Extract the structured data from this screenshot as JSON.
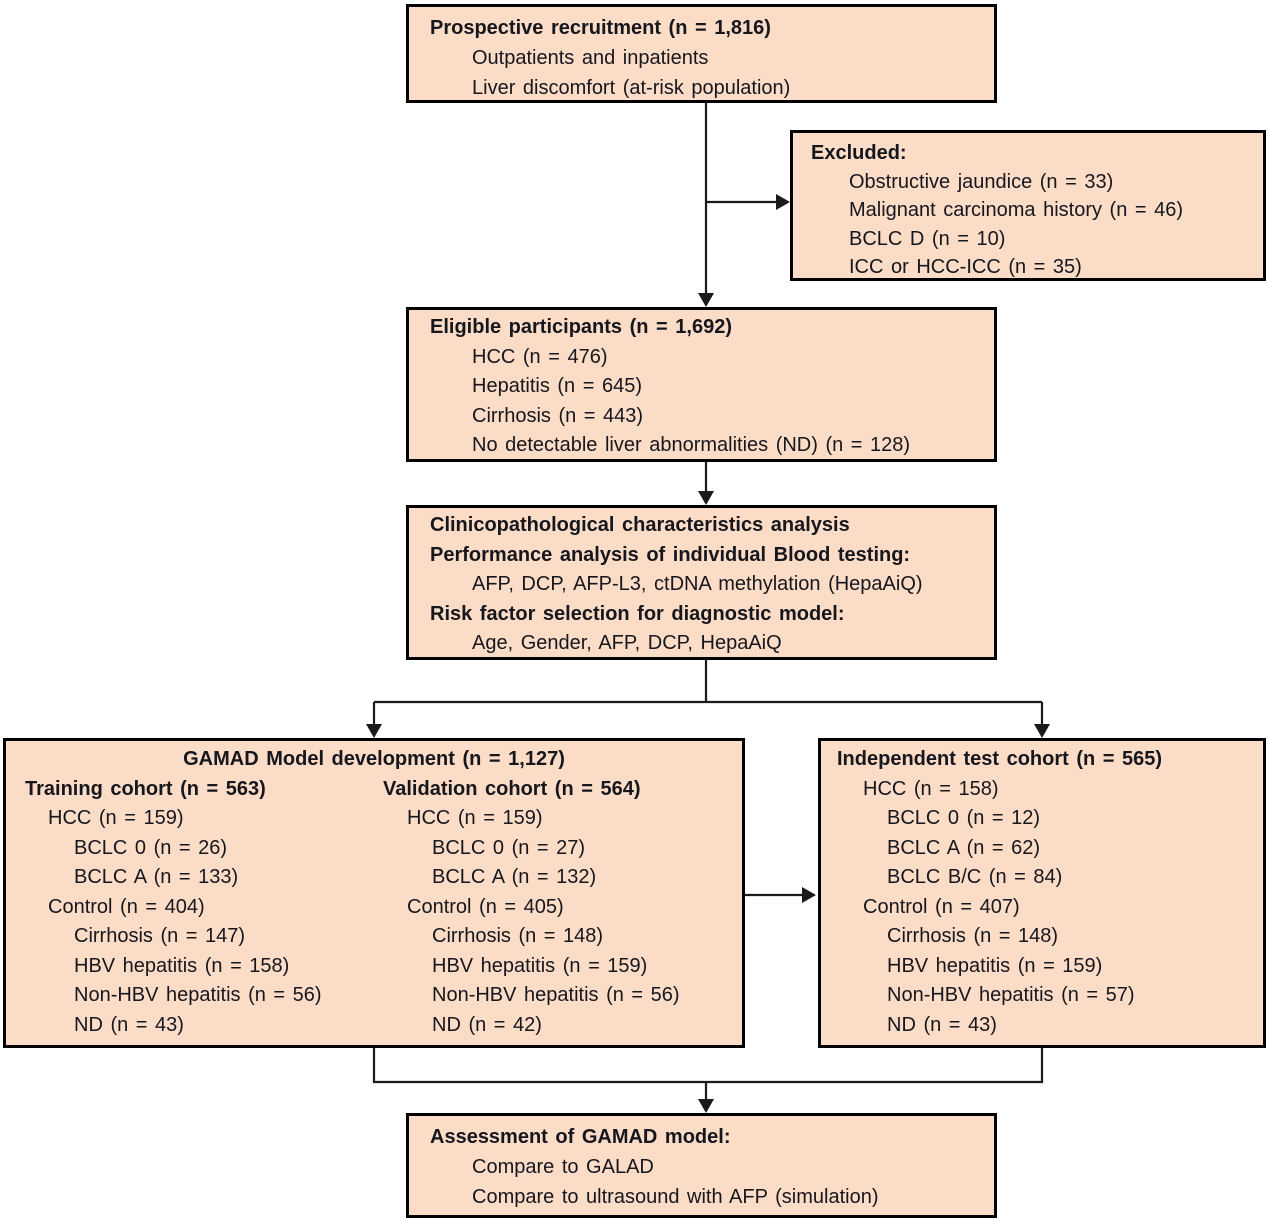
{
  "colors": {
    "box_fill": "#fbdcc7",
    "box_border": "#000000",
    "text_color": "#16161d",
    "line_color": "#1a1a1a"
  },
  "boxes": {
    "recruitment": {
      "title": "Prospective recruitment (n = 1,816)",
      "items": [
        "Outpatients and inpatients",
        "Liver discomfort (at-risk population)"
      ]
    },
    "excluded": {
      "title": "Excluded:",
      "items": [
        "Obstructive jaundice (n = 33)",
        "Malignant carcinoma history (n = 46)",
        "BCLC D (n = 10)",
        "ICC or HCC-ICC (n = 35)"
      ]
    },
    "eligible": {
      "title": "Eligible participants (n = 1,692)",
      "items": [
        "HCC (n = 476)",
        "Hepatitis (n = 645)",
        "Cirrhosis (n = 443)",
        "No detectable liver abnormalities (ND) (n = 128)"
      ]
    },
    "analysis": {
      "lines": [
        "Clinicopathological characteristics analysis",
        "Performance analysis of individual Blood testing:",
        "AFP, DCP, AFP-L3, ctDNA methylation (HepaAiQ)",
        "Risk factor selection for diagnostic model:",
        "Age, Gender, AFP, DCP, HepaAiQ"
      ]
    },
    "development": {
      "title": "GAMAD Model development (n = 1,127)",
      "training": {
        "title": "Training cohort (n = 563)",
        "items": [
          "HCC (n = 159)",
          "BCLC 0 (n = 26)",
          "BCLC A (n = 133)",
          "Control (n = 404)",
          "Cirrhosis (n = 147)",
          "HBV hepatitis (n = 158)",
          "Non-HBV hepatitis (n = 56)",
          "ND (n = 43)"
        ]
      },
      "validation": {
        "title": "Validation cohort (n = 564)",
        "items": [
          "HCC (n = 159)",
          "BCLC 0 (n = 27)",
          "BCLC A (n = 132)",
          "Control (n = 405)",
          "Cirrhosis (n = 148)",
          "HBV hepatitis (n = 159)",
          "Non-HBV hepatitis (n = 56)",
          "ND (n = 42)"
        ]
      }
    },
    "test": {
      "title": "Independent test cohort (n = 565)",
      "items": [
        "HCC (n = 158)",
        "BCLC 0 (n = 12)",
        "BCLC A (n = 62)",
        "BCLC B/C (n = 84)",
        "Control (n = 407)",
        "Cirrhosis (n = 148)",
        "HBV hepatitis (n = 159)",
        "Non-HBV hepatitis (n = 57)",
        "ND (n = 43)"
      ]
    },
    "assessment": {
      "title": "Assessment of GAMAD model:",
      "items": [
        "Compare to GALAD",
        "Compare to ultrasound with AFP (simulation)"
      ]
    }
  }
}
